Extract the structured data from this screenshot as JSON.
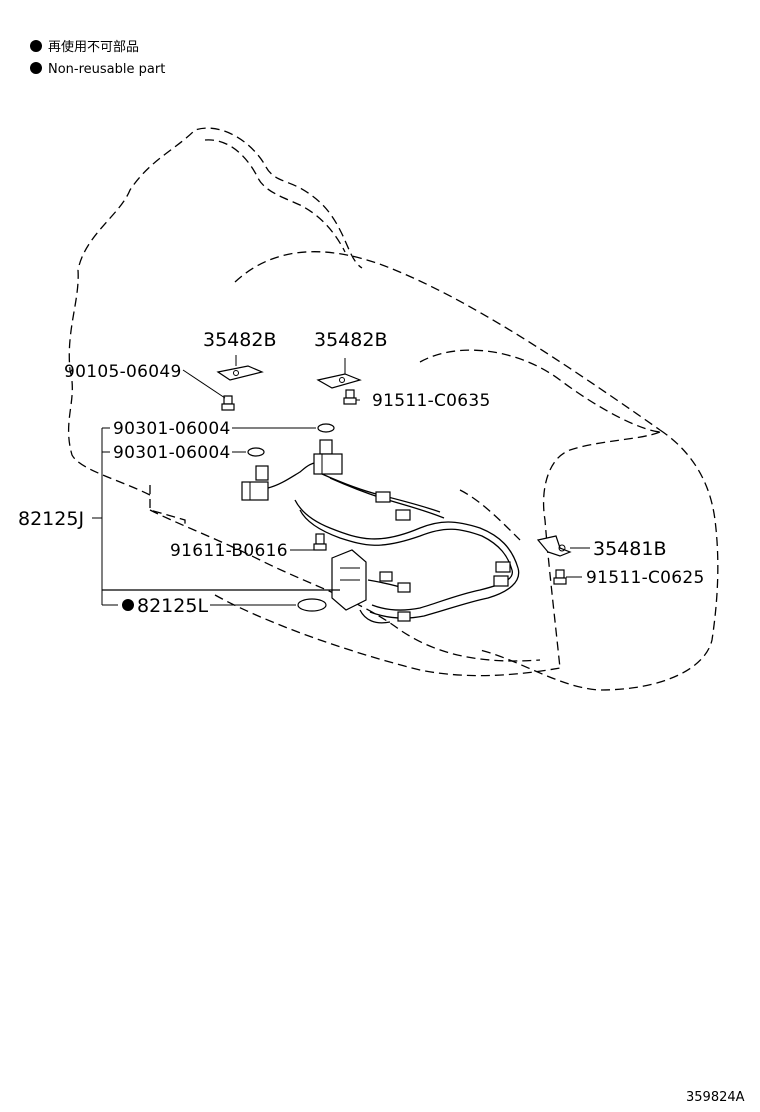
{
  "legend": [
    {
      "text": "再使用不可部品"
    },
    {
      "text": "Non-reusable part"
    }
  ],
  "labels": {
    "p35482b_left": "35482B",
    "p35482b_right": "35482B",
    "p90105": "90105-06049",
    "p91511_c0635": "91511-C0635",
    "p90301_a": "90301-06004",
    "p90301_b": "90301-06004",
    "p82125j": "82125J",
    "p91611": "91611-B0616",
    "p82125l": "82125L",
    "p35481b": "35481B",
    "p91511_c0625": "91511-C0625"
  },
  "figure_id": "359824A"
}
